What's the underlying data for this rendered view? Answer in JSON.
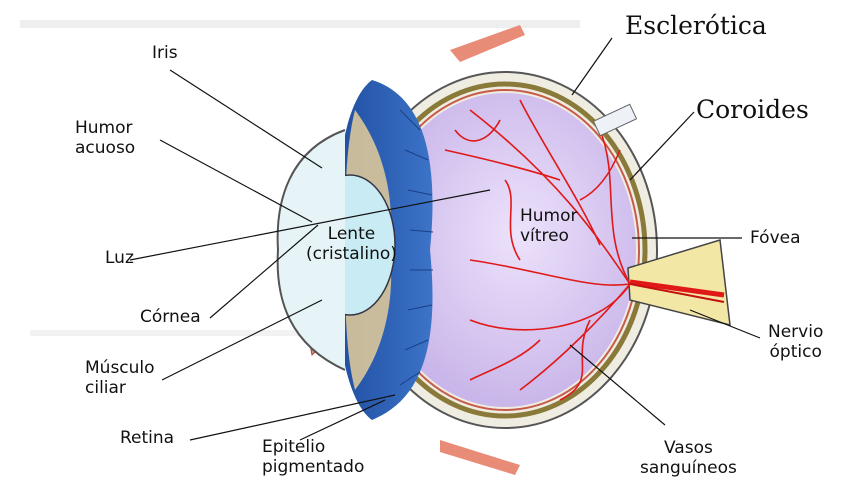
{
  "labels": {
    "iris": "Iris",
    "humor_acuoso": "Humor\nacuoso",
    "luz": "Luz",
    "cornea": "Córnea",
    "musculo_ciliar": "Músculo\nciliar",
    "retina": "Retina",
    "epitelio": "Epitelio\npigmentado",
    "lente": "Lente\n(cristalino)",
    "humor_vitreo": "Humor\nvítreo",
    "esclerotica": "Esclerótica",
    "coroides": "Coroides",
    "fovea": "Fóvea",
    "nervio": "Nervio\nóptico",
    "vasos": "Vasos\nsanguíneos"
  },
  "colors": {
    "sclera": "#e9e6da",
    "choroid": "#8a7a3a",
    "vitreous": "#d9c8f0",
    "iris_blue": "#2f63b8",
    "iris_stroma": "#d9c79a",
    "lens": "#c9ecf4",
    "vessels": "#e01818",
    "nerve": "#f3e7a6",
    "muscle": "#e88c78"
  }
}
